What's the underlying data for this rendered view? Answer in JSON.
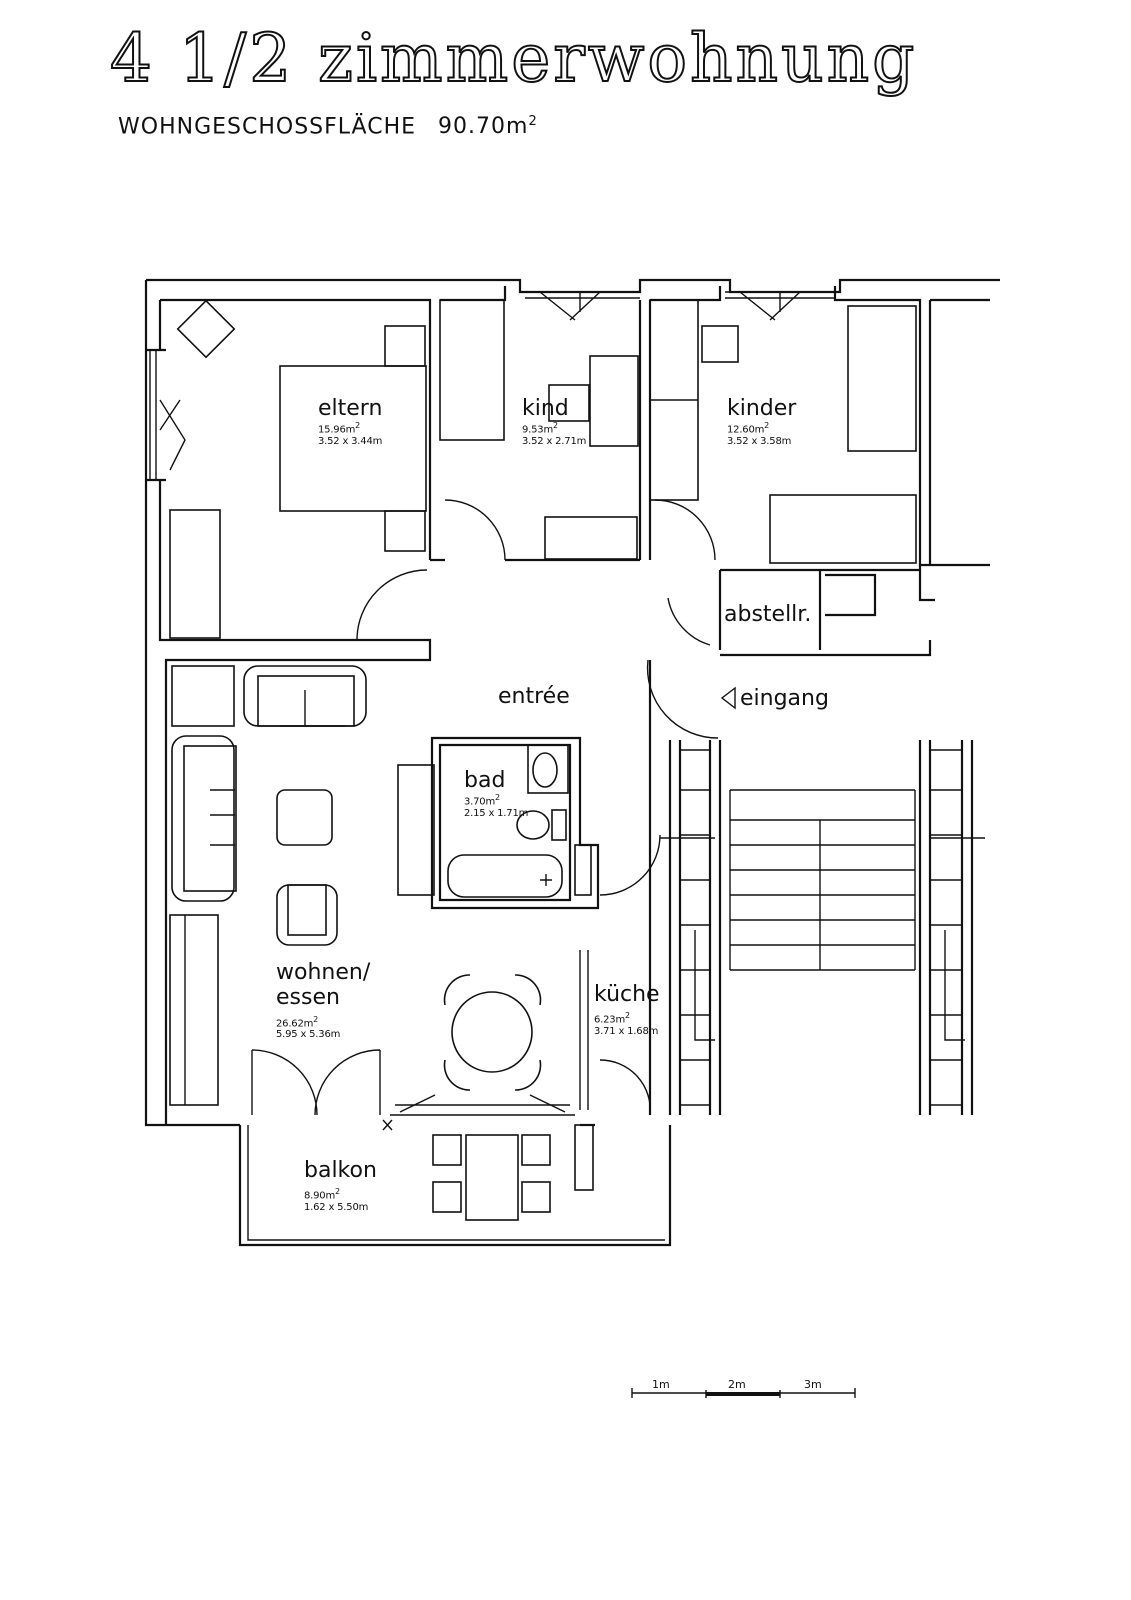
{
  "header": {
    "title": "4 1/2 zimmerwohnung",
    "subtitle": "WOHNGESCHOSSFLÄCHE",
    "total_area": "90.70m",
    "total_area_exp": "2"
  },
  "rooms": {
    "eltern": {
      "name": "eltern",
      "area": "15.96m",
      "dims": "3.52 x 3.44m"
    },
    "kind": {
      "name": "kind",
      "area": "9.53m",
      "dims": "3.52 x 2.71m"
    },
    "kinder": {
      "name": "kinder",
      "area": "12.60m",
      "dims": "3.52 x 3.58m"
    },
    "abstellr": {
      "name": "abstellr."
    },
    "entree": {
      "name": "entrée"
    },
    "eingang": {
      "name": "eingang"
    },
    "bad": {
      "name": "bad",
      "area": "3.70m",
      "dims": "2.15 x 1.71m"
    },
    "wohnen": {
      "name": "wohnen/",
      "name2": "essen",
      "area": "26.62m",
      "dims": "5.95 x 5.36m"
    },
    "kueche": {
      "name": "küche",
      "area": "6.23m",
      "dims": "3.71 x 1.68m"
    },
    "balkon": {
      "name": "balkon",
      "area": "8.90m",
      "dims": "1.62 x 5.50m"
    },
    "area_exp": "2"
  },
  "scale_bar": {
    "labels": [
      "1m",
      "2m",
      "3m"
    ]
  },
  "colors": {
    "ink": "#111111",
    "paper": "#ffffff"
  }
}
